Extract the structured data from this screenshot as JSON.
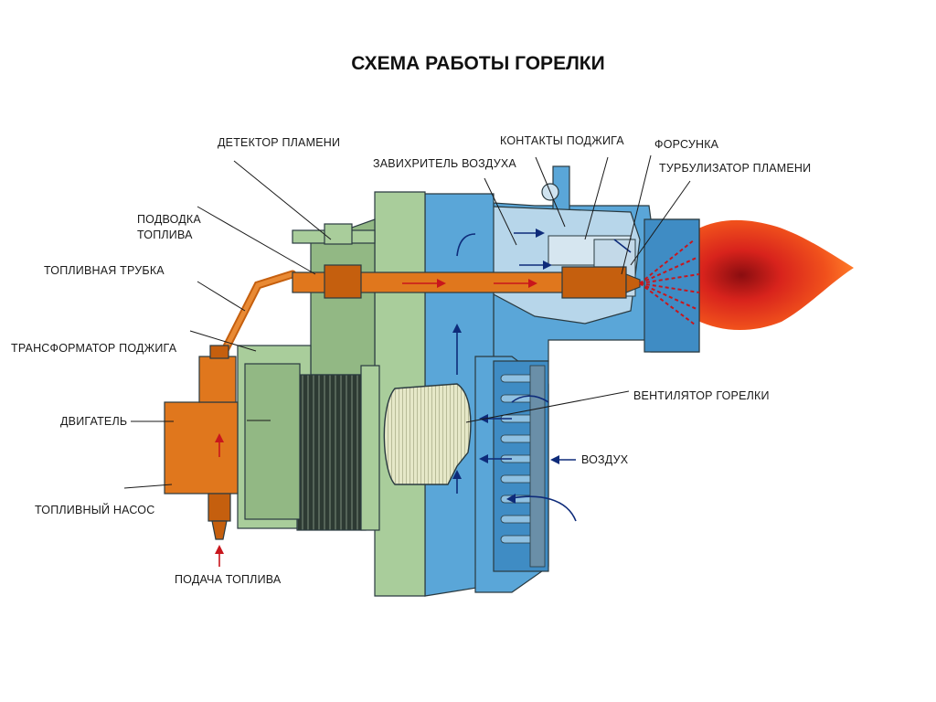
{
  "title": "СХЕМА РАБОТЫ ГОРЕЛКИ",
  "labels": {
    "flame_detector": "ДЕТЕКТОР ПЛАМЕНИ",
    "air_swirler": "ЗАВИХРИТЕЛЬ ВОЗДУХА",
    "ignition_contacts": "КОНТАКТЫ ПОДЖИГА",
    "nozzle": "ФОРСУНКА",
    "flame_turbulizer": "ТУРБУЛИЗАТОР ПЛАМЕНИ",
    "fuel_supply_line_1": "ПОДВОДКА",
    "fuel_supply_line_2": "ТОПЛИВА",
    "fuel_tube": "ТОПЛИВНАЯ ТРУБКА",
    "ignition_transformer": "ТРАНСФОРМАТОР ПОДЖИГА",
    "motor": "ДВИГАТЕЛЬ",
    "fuel_pump": "ТОПЛИВНЫЙ НАСОС",
    "fuel_feed": "ПОДАЧА ТОПЛИВА",
    "burner_fan": "ВЕНТИЛЯТОР ГОРЕЛКИ",
    "air": "ВОЗДУХ"
  },
  "colors": {
    "housing_green": "#a9cd9b",
    "air_blue": "#5aa6d8",
    "fuel_orange": "#e0771d",
    "flame_red": "#e0261a",
    "air_arrow": "#0e2b7a",
    "fuel_arrow": "#c8161c"
  }
}
